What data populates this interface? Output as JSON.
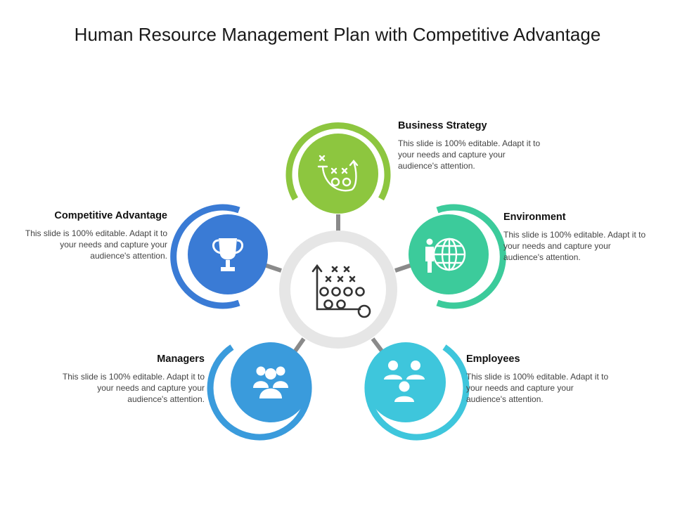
{
  "title": "Human Resource Management Plan with Competitive Advantage",
  "center": {
    "icon": "strategy-playbook-icon"
  },
  "nodes": [
    {
      "id": "business-strategy",
      "title": "Business Strategy",
      "desc": "This slide is 100% editable. Adapt it to your needs and capture your audience's attention.",
      "color": "#8DC63F",
      "icon": "strategy-play-icon"
    },
    {
      "id": "environment",
      "title": "Environment",
      "desc": "This slide is 100% editable. Adapt it to your needs and capture your audience's attention.",
      "color": "#3CCB9B",
      "icon": "person-globe-icon"
    },
    {
      "id": "employees",
      "title": "Employees",
      "desc": "This slide is 100% editable. Adapt it to your needs and capture your audience's attention.",
      "color": "#3EC6DC",
      "icon": "employees-group-icon"
    },
    {
      "id": "managers",
      "title": "Managers",
      "desc": "This slide is 100% editable. Adapt it to your needs and capture your audience's attention.",
      "color": "#3A9BDC",
      "icon": "managers-group-icon"
    },
    {
      "id": "competitive-advantage",
      "title": "Competitive Advantage",
      "desc": "This slide is 100% editable. Adapt it to your needs and capture your audience's attention.",
      "color": "#3A7BD5",
      "icon": "trophy-icon"
    }
  ]
}
